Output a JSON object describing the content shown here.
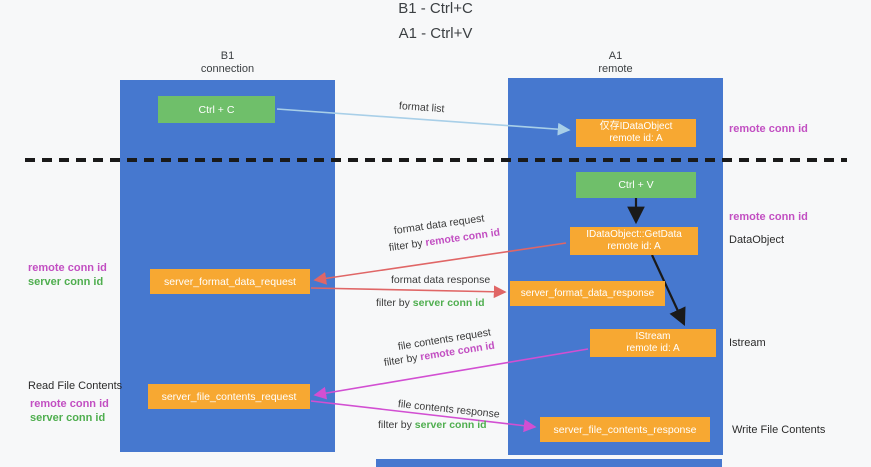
{
  "title": {
    "line1": "B1 - Ctrl+C",
    "line2": "A1 - Ctrl+V"
  },
  "lanes": {
    "left": {
      "name": "B1",
      "role": "connection"
    },
    "right": {
      "name": "A1",
      "role": "remote"
    }
  },
  "boxes": {
    "ctrl_c": {
      "label": "Ctrl + C"
    },
    "clipboard_object": {
      "line1": "仅存IDataObject",
      "line2": "remote id: A"
    },
    "ctrl_v": {
      "label": "Ctrl + V"
    },
    "getdata": {
      "line1": "IDataObject::GetData",
      "line2": "remote id: A"
    },
    "format_request": {
      "label": "server_format_data_request"
    },
    "format_response": {
      "label": "server_format_data_response"
    },
    "istream": {
      "line1": "IStream",
      "line2": "remote id: A"
    },
    "file_request": {
      "label": "server_file_contents_request"
    },
    "file_response": {
      "label": "server_file_contents_response"
    }
  },
  "arrow_labels": {
    "format_list": "format list",
    "format_data_request": "format data request",
    "format_data_response": "format data response",
    "file_contents_request": "file contents request",
    "file_contents_response": "file contents response",
    "filter_by": "filter by ",
    "remote_conn_id": "remote conn id",
    "server_conn_id": "server conn id"
  },
  "side_labels": {
    "remote_conn_top": "remote conn id",
    "remote_conn_mid": "remote conn id",
    "dataobject": "DataObject",
    "istream": "Istream",
    "write_file": "Write File Contents",
    "read_file": "Read File Contents",
    "left_remote_conn_1": "remote conn id",
    "left_server_conn_1": "server conn id",
    "left_remote_conn_2": "remote conn id",
    "left_server_conn_2": "server conn id"
  },
  "colors": {
    "lane_blue": "#4678cf",
    "box_orange": "#f7a832",
    "box_green": "#6fbf6a",
    "magenta_text": "#c24fc2",
    "green_text": "#4fae4f",
    "arrow_blue": "#a8cfe8",
    "arrow_red": "#e06666",
    "arrow_magenta": "#d24fd2",
    "arrow_black": "#1a1a1a"
  }
}
